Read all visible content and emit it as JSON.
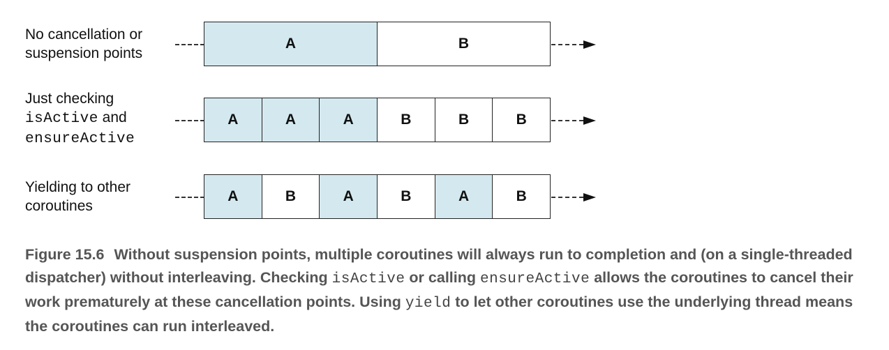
{
  "rows": [
    {
      "label_parts": [
        {
          "text": "No cancellation or",
          "mono": false,
          "br": true
        },
        {
          "text": "suspension points",
          "mono": false,
          "br": false
        }
      ],
      "segments": [
        "A",
        "B"
      ]
    },
    {
      "label_parts": [
        {
          "text": "Just checking",
          "mono": false,
          "br": true
        },
        {
          "text": "isActive",
          "mono": true,
          "br": false
        },
        {
          "text": " and",
          "mono": false,
          "br": true
        },
        {
          "text": "ensureActive",
          "mono": true,
          "br": false
        }
      ],
      "segments": [
        "A",
        "A",
        "A",
        "B",
        "B",
        "B"
      ]
    },
    {
      "label_parts": [
        {
          "text": "Yielding to other",
          "mono": false,
          "br": true
        },
        {
          "text": "coroutines",
          "mono": false,
          "br": false
        }
      ],
      "segments": [
        "A",
        "B",
        "A",
        "B",
        "A",
        "B"
      ]
    }
  ],
  "colors": {
    "segment_a": "#d4e9ef",
    "segment_b": "#ffffff"
  },
  "caption": {
    "figure_number": "Figure 15.6",
    "parts": [
      {
        "text": "Without suspension points, multiple coroutines will always run to completion and (on a single-threaded dispatcher) without interleaving. Checking ",
        "mono": false
      },
      {
        "text": "isActive",
        "mono": true
      },
      {
        "text": " or calling ",
        "mono": false
      },
      {
        "text": "ensureActive",
        "mono": true
      },
      {
        "text": " allows the coroutines to cancel their work prematurely at these cancellation points. Using ",
        "mono": false
      },
      {
        "text": "yield",
        "mono": true
      },
      {
        "text": " to let other coroutines use the underlying thread means the coroutines can run interleaved.",
        "mono": false
      }
    ]
  }
}
